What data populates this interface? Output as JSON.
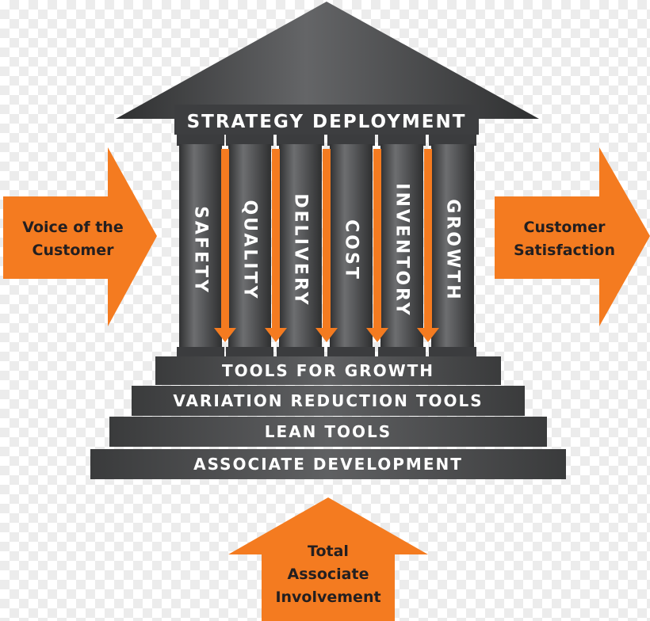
{
  "roof_label": "STRATEGY DEPLOYMENT",
  "pillars": [
    "SAFETY",
    "QUALITY",
    "DELIVERY",
    "COST",
    "INVENTORY",
    "GROWTH"
  ],
  "steps": [
    "TOOLS FOR GROWTH",
    "VARIATION REDUCTION TOOLS",
    "LEAN TOOLS",
    "ASSOCIATE DEVELOPMENT"
  ],
  "left_arrow": {
    "line1": "Voice of the",
    "line2": "Customer"
  },
  "right_arrow": {
    "line1": "Customer",
    "line2": "Satisfaction"
  },
  "bottom_arrow": {
    "line1": "Total",
    "line2": "Associate",
    "line3": "Involvement"
  },
  "colors": {
    "accent": "#f47b20",
    "structure": "#58595b",
    "structure_dark": "#3a3b3d",
    "text_light": "#ffffff",
    "text_dark": "#231f20"
  }
}
